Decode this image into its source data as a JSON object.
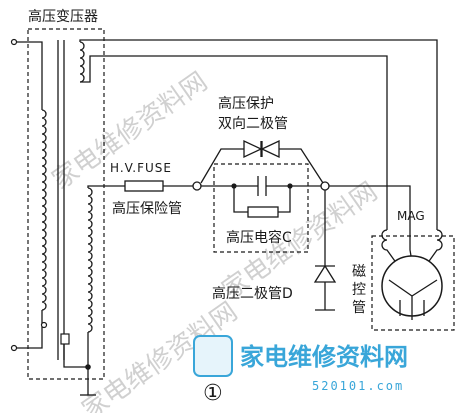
{
  "labels": {
    "transformer": "高压变压器",
    "protect_line1": "高压保护",
    "protect_line2": "双向二极管",
    "fuse_en": "H.V.FUSE",
    "fuse_cn": "高压保险管",
    "capacitor": "高压电容C",
    "diode": "高压二极管D",
    "mag": "MAG",
    "magnetron": [
      "磁",
      "控",
      "管"
    ],
    "figure_no": "①"
  },
  "watermark": {
    "diagonal": "家电维修资料网",
    "brand": "家电维修资料网",
    "url": "520101.com"
  },
  "colors": {
    "line": "#1a1a1a",
    "watermark": "#d0d0d0",
    "brand": "#39a6d9"
  }
}
